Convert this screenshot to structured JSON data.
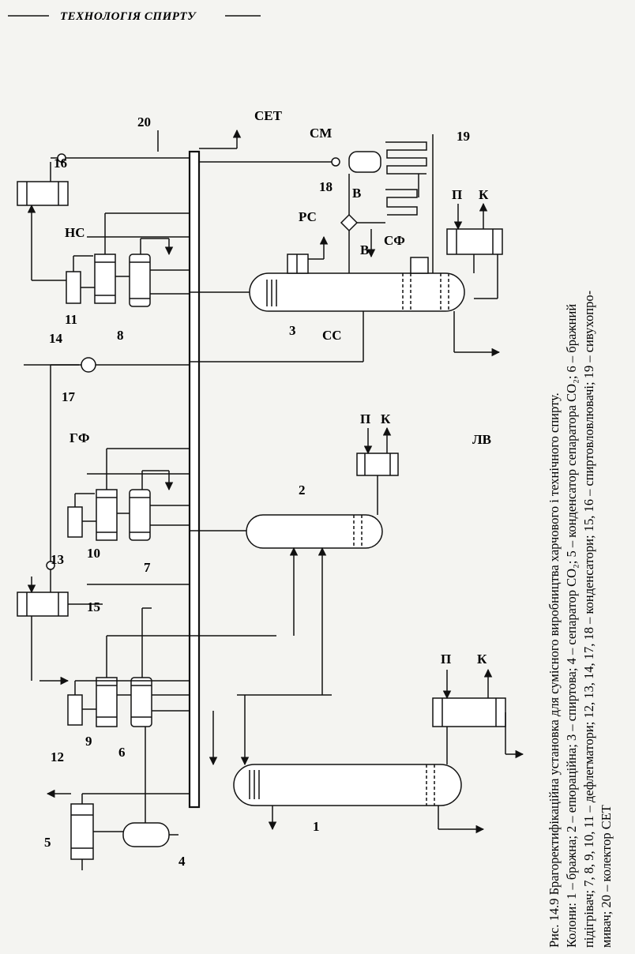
{
  "header": {
    "title": "ТЕХНОЛОГІЯ СПИРТУ"
  },
  "labels": {
    "set": "СЕТ",
    "sm": "СМ",
    "rs": "РС",
    "ss": "СС",
    "sf": "СФ",
    "gf": "ГФ",
    "ns": "НС",
    "lv": "ЛВ",
    "p": "П",
    "k": "К",
    "v": "В"
  },
  "numbers": {
    "n1": "1",
    "n2": "2",
    "n3": "3",
    "n4": "4",
    "n5": "5",
    "n6": "6",
    "n7": "7",
    "n8": "8",
    "n9": "9",
    "n10": "10",
    "n11": "11",
    "n12": "12",
    "n13": "13",
    "n14": "14",
    "n15": "15",
    "n16": "16",
    "n17": "17",
    "n18": "18",
    "n19": "19",
    "n20": "20"
  },
  "caption": {
    "line1": "Рис. 14.9 Брагоректифікаційна установка для сумісного виробництва харчового і технічного спирту.",
    "line2": "Колони: 1 – бражна; 2 – епюраційна; 3 – спиртова; 4 – сепаратор CO₂; 5 – конденсатор сепаратора CO₂; 6 – бражний",
    "line3": "підігрівач; 7, 8, 9, 10, 11 – дефлегматори; 12, 13, 14, 17, 18 – конденсатори; 15, 16 – спиртовловлювачі; 19 – сивухопро-",
    "line4": "мивач; 20 – колектор СЕТ"
  }
}
